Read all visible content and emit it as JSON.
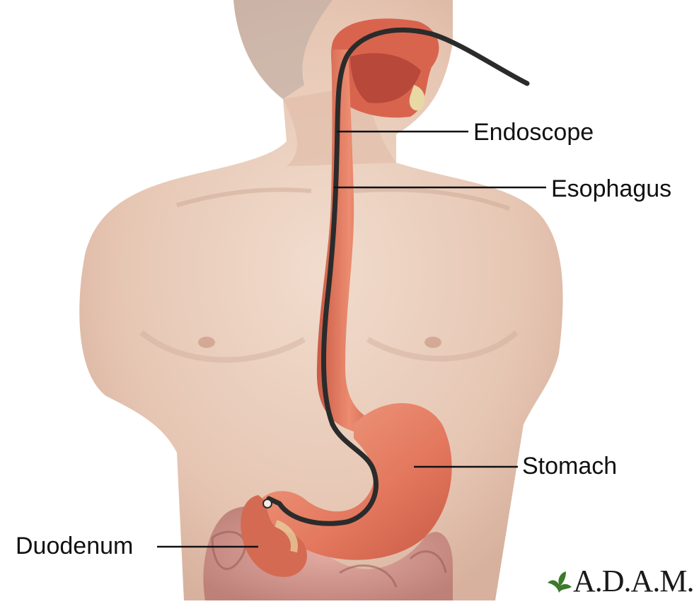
{
  "labels": {
    "endoscope": "Endoscope",
    "esophagus": "Esophagus",
    "stomach": "Stomach",
    "duodenum": "Duodenum"
  },
  "logo": {
    "text": "A.D.A.M."
  },
  "colors": {
    "skin": "#e9cdbb",
    "skin_shadow": "#c9a491",
    "organ": "#e07a60",
    "organ_dark": "#b8483a",
    "intestine": "#c98a84",
    "scope": "#2b2b2b",
    "logo_leaf": "#3b7a2a"
  }
}
